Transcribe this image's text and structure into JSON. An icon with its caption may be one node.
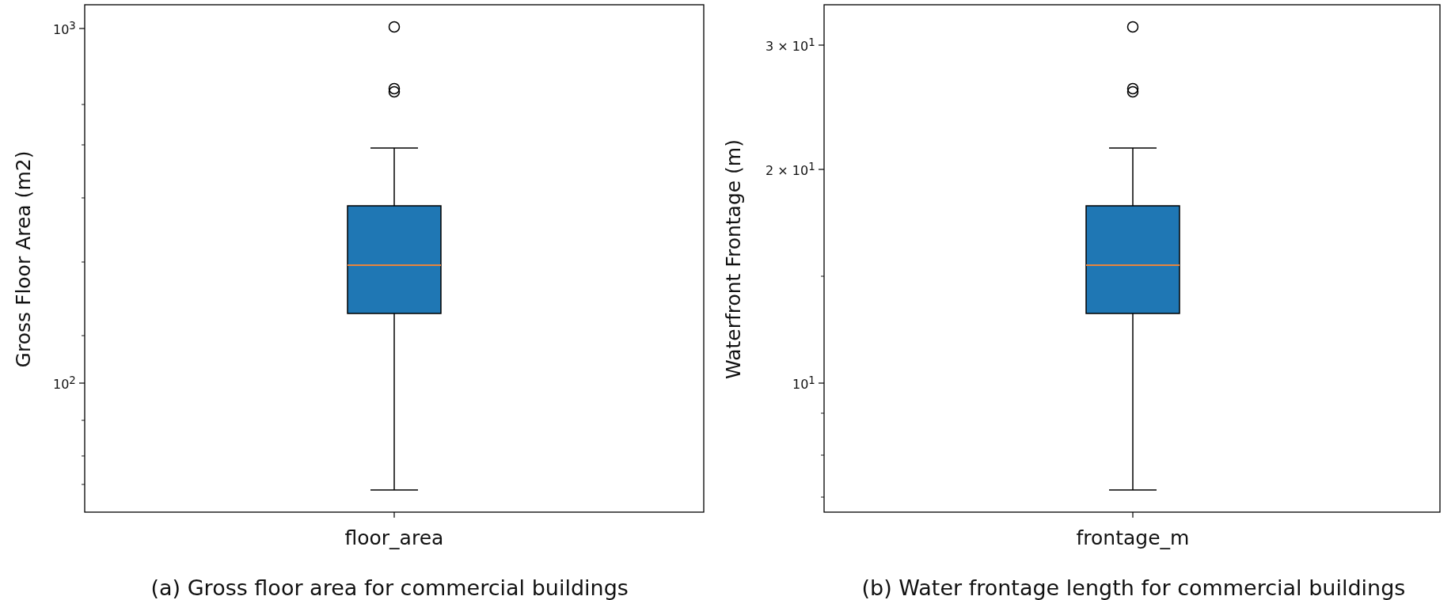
{
  "diagram": {
    "labels": [
      "10$^{3}$",
      "10$^{2}$",
      "Gross Floor Area (m2)",
      "floor_area",
      "(a) Gross floor area for commercial buildings",
      "3 × 10$^{1}$",
      "2 × 10$^{1}$",
      "10$^{1}$",
      "Waterfront Frontage (m)",
      "frontage_m",
      "(b) Water frontage length for commercial buildings"
    ]
  }
}
